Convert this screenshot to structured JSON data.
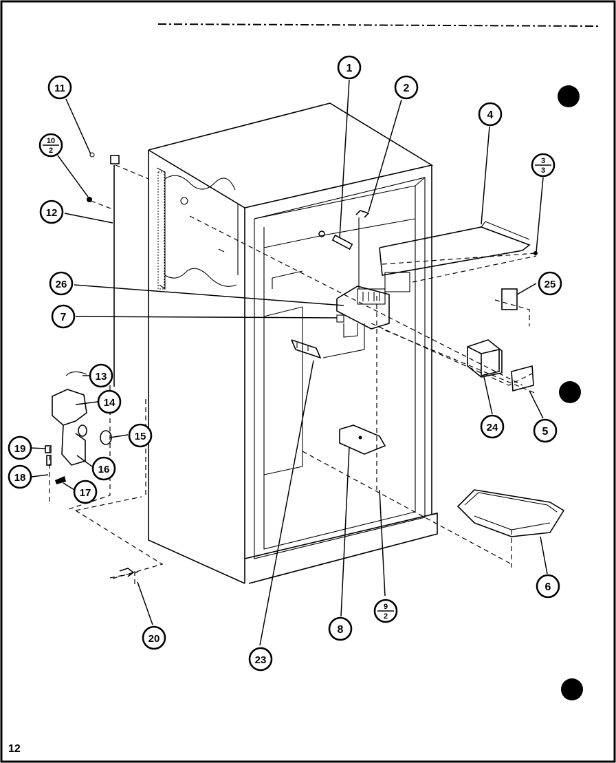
{
  "page_number": "12",
  "callouts": {
    "c1": "1",
    "c2": "2",
    "c3": {
      "num": "3",
      "den": "3"
    },
    "c4": "4",
    "c5": "5",
    "c6": "6",
    "c7": "7",
    "c8": "8",
    "c9": {
      "num": "9",
      "den": "2"
    },
    "c10": {
      "num": "10",
      "den": "2"
    },
    "c11": "11",
    "c12": "12",
    "c13": "13",
    "c14": "14",
    "c15": "15",
    "c16": "16",
    "c17": "17",
    "c18": "18",
    "c19": "19",
    "c20": "20",
    "c23": "23",
    "c24": "24",
    "c25": "25",
    "c26": "26"
  }
}
